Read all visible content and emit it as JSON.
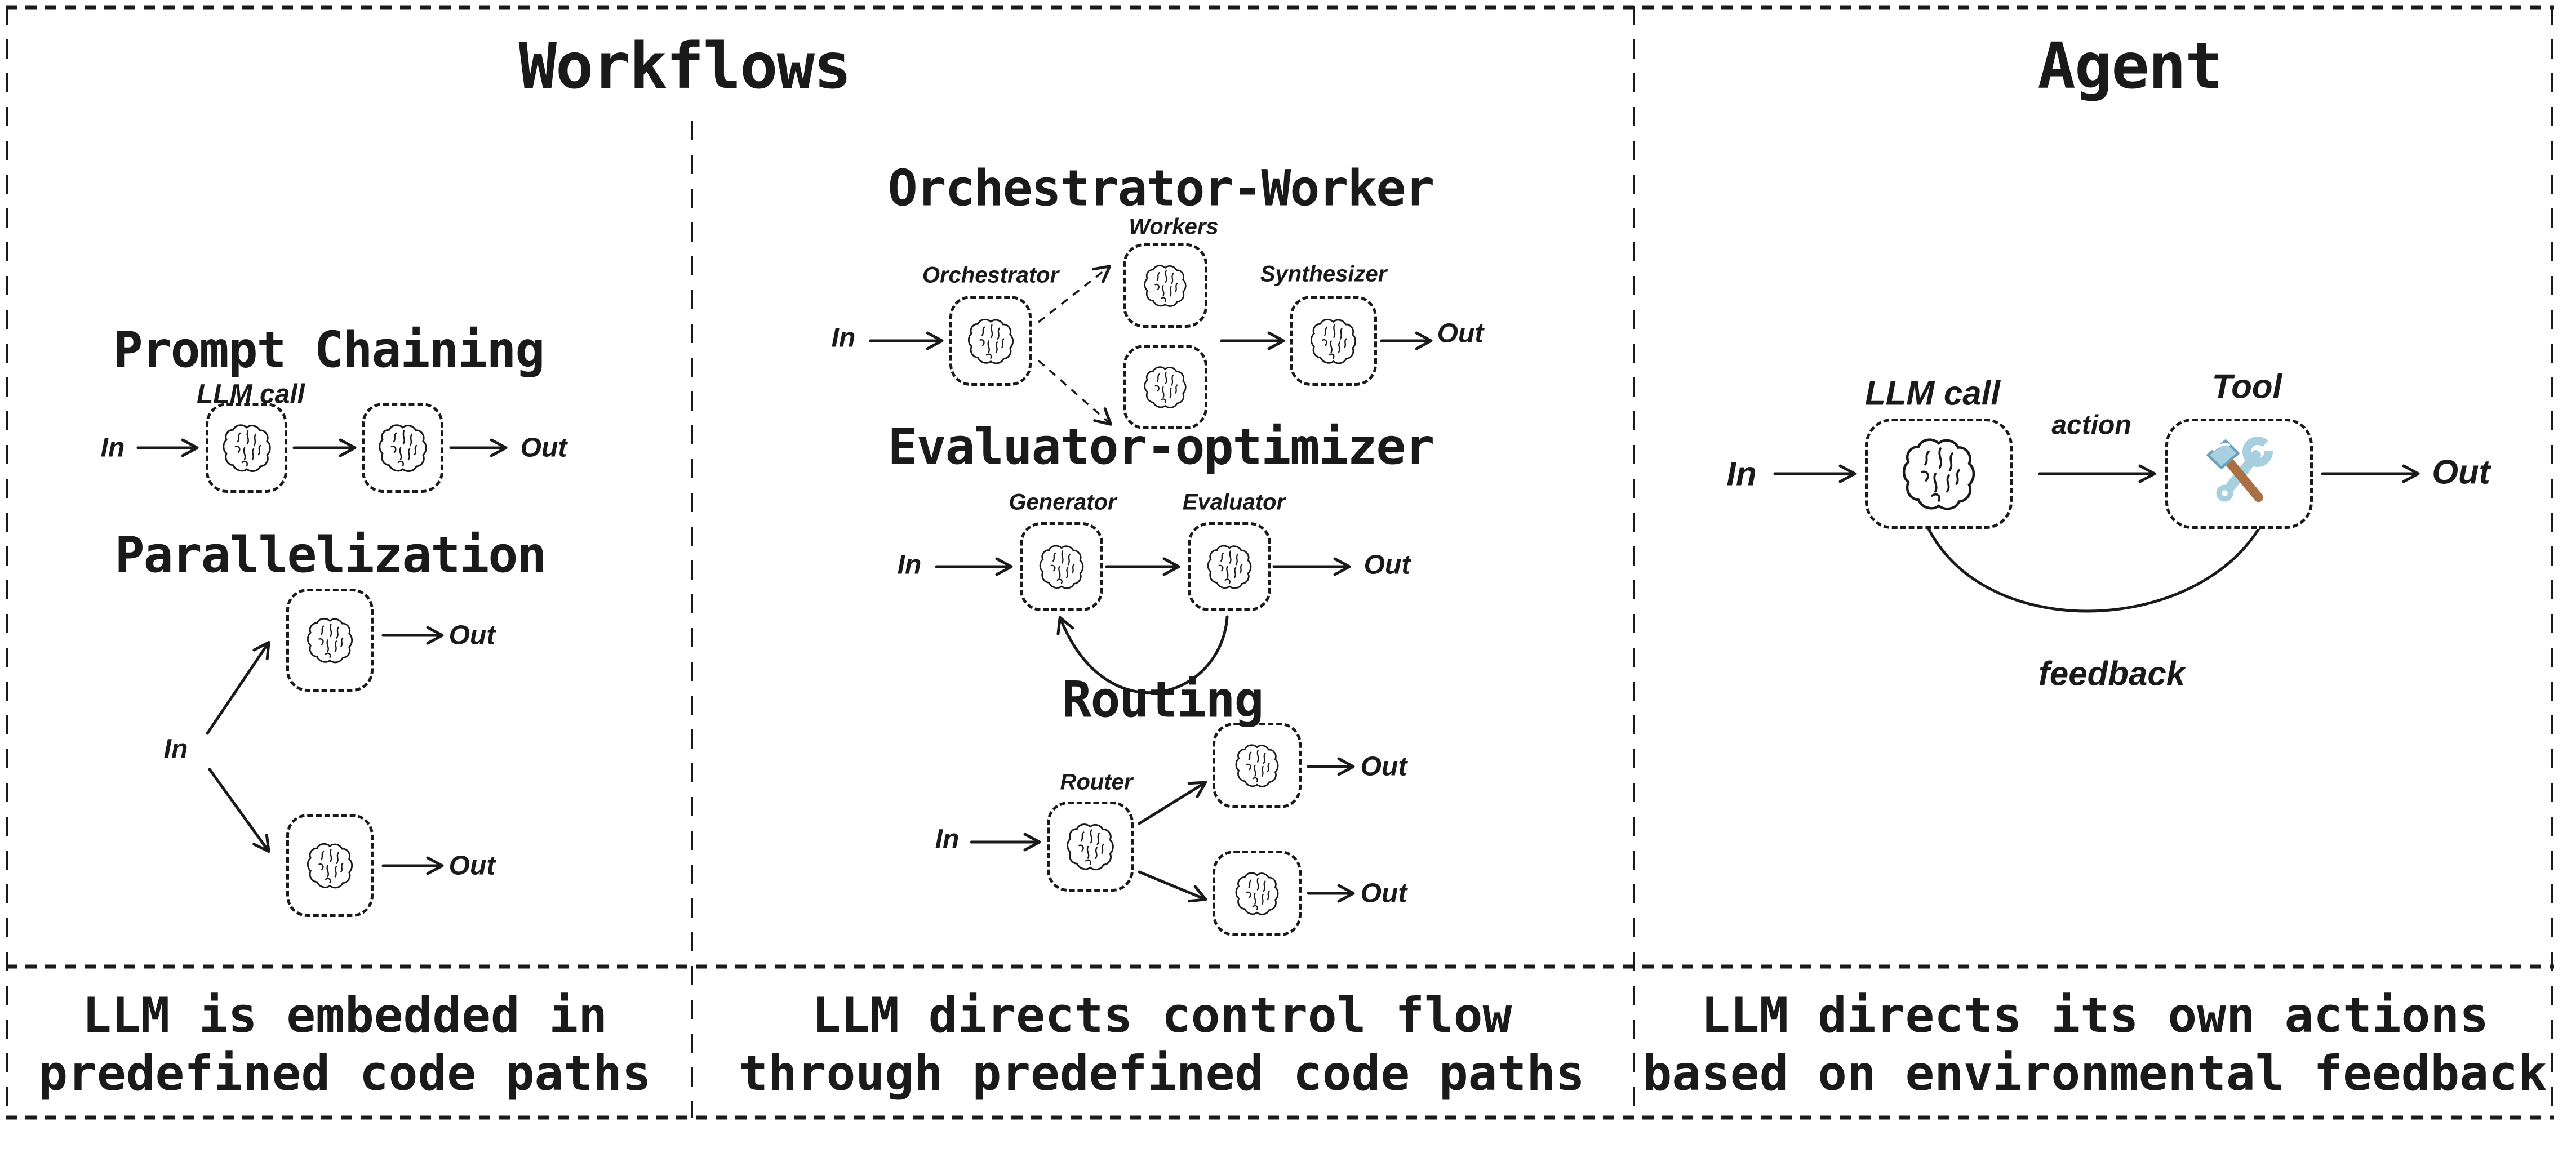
{
  "colors": {
    "ink": "#1a1a1a",
    "tool_blue": "#a8cfe0",
    "tool_blue_outline": "#6d9fb6",
    "tool_brown": "#a97045"
  },
  "workflows": {
    "title": "Workflows",
    "prompt_chaining": {
      "heading": "Prompt Chaining",
      "llm_call_label": "LLM call",
      "in_label": "In",
      "out_label": "Out"
    },
    "parallelization": {
      "heading": "Parallelization",
      "in_label": "In",
      "out_top_label": "Out",
      "out_bottom_label": "Out"
    },
    "orchestrator_worker": {
      "heading": "Orchestrator-Worker",
      "orchestrator_label": "Orchestrator",
      "workers_label": "Workers",
      "synthesizer_label": "Synthesizer",
      "in_label": "In",
      "out_label": "Out"
    },
    "evaluator_optimizer": {
      "heading": "Evaluator-optimizer",
      "generator_label": "Generator",
      "evaluator_label": "Evaluator",
      "in_label": "In",
      "out_label": "Out"
    },
    "routing": {
      "heading": "Routing",
      "router_label": "Router",
      "in_label": "In",
      "out_top_label": "Out",
      "out_bottom_label": "Out"
    },
    "caption_col1": {
      "line1": "LLM is embedded in",
      "line2": "predefined code paths"
    },
    "caption_col2": {
      "line1": "LLM directs control flow",
      "line2": "through predefined code paths"
    }
  },
  "agent": {
    "title": "Agent",
    "llm_call_label": "LLM call",
    "tool_label": "Tool",
    "action_label": "action",
    "feedback_label": "feedback",
    "in_label": "In",
    "out_label": "Out",
    "caption": {
      "line1": "LLM directs its own actions",
      "line2": "based on environmental feedback"
    }
  }
}
